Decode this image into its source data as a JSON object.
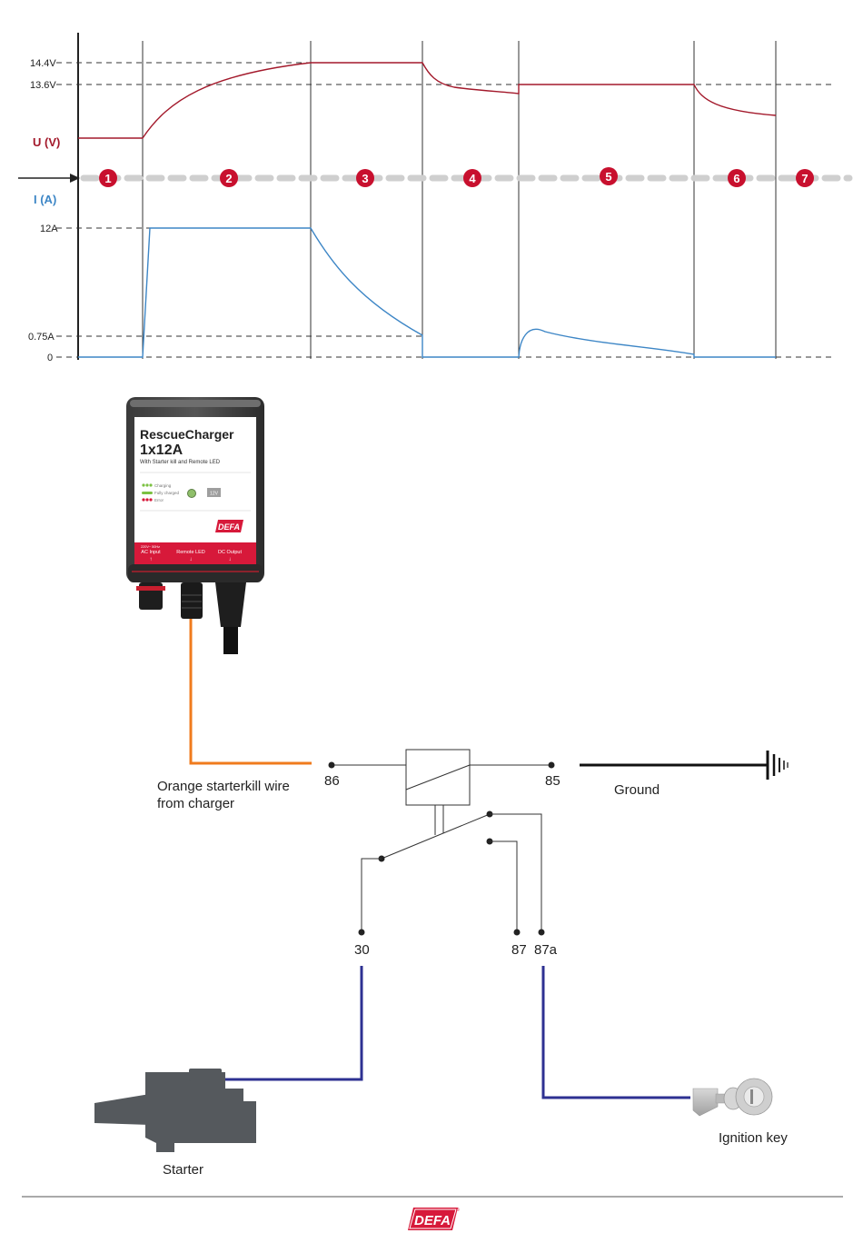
{
  "colors": {
    "voltage": "#a3192b",
    "current": "#3d86c6",
    "phase_badge": "#c8102e",
    "orange_wire": "#f07b1d",
    "blue_wire": "#2e3192",
    "defa_red": "#d7193a"
  },
  "chart": {
    "y_ticks": [
      "14.4V",
      "13.6V",
      "12A",
      "0.75A",
      "0"
    ],
    "voltage_label": "U (V)",
    "current_label": "I (A)",
    "phases": [
      "1",
      "2",
      "3",
      "4",
      "5",
      "6",
      "7"
    ]
  },
  "charger": {
    "title_line1": "RescueCharger",
    "title_line2": "1x12A",
    "subtitle": "With Starter kill and Remote LED",
    "status_1": "Charging",
    "status_2": "Fully charged",
    "status_3": "Error",
    "voltage_box": "12V",
    "brand": "DEFA",
    "port_ac": "AC Input",
    "port_ac_sub": "220V~ 50Hz",
    "port_led": "Remote LED",
    "port_dc": "DC Output"
  },
  "wiring": {
    "orange_label_line1": "Orange starterkill wire",
    "orange_label_line2": "from charger",
    "pin_86": "86",
    "pin_85": "85",
    "pin_30": "30",
    "pin_87": "87",
    "pin_87a": "87a",
    "ground_label": "Ground",
    "starter_label": "Starter",
    "ignition_label": "Ignition key"
  },
  "footer": {
    "brand": "DEFA"
  },
  "chart_data": {
    "type": "line",
    "title": "",
    "x_phases": [
      "1",
      "2",
      "3",
      "4",
      "5",
      "6",
      "7"
    ],
    "ylabel_voltage": "U (V)",
    "ylabel_current": "I (A)",
    "voltage_ticks": [
      "14.4V",
      "13.6V"
    ],
    "current_ticks": [
      "12A",
      "0.75A",
      "0"
    ],
    "series": [
      {
        "name": "U (V)",
        "unit": "V",
        "points": [
          [
            1,
            12.4
          ],
          [
            2,
            12.4
          ],
          [
            2.3,
            13.7
          ],
          [
            3,
            14.2
          ],
          [
            3.5,
            14.4
          ],
          [
            4,
            14.4
          ],
          [
            4.2,
            13.8
          ],
          [
            5,
            13.3
          ],
          [
            5,
            13.6
          ],
          [
            6,
            13.6
          ],
          [
            6.3,
            13.1
          ],
          [
            7,
            12.9
          ]
        ]
      },
      {
        "name": "I (A)",
        "unit": "A",
        "points": [
          [
            1,
            0
          ],
          [
            2,
            0
          ],
          [
            2.05,
            12
          ],
          [
            3,
            12
          ],
          [
            3.5,
            6
          ],
          [
            4,
            0.75
          ],
          [
            4,
            0
          ],
          [
            5,
            0
          ],
          [
            5.1,
            2.5
          ],
          [
            6,
            0.3
          ],
          [
            6,
            0
          ],
          [
            7,
            0
          ]
        ]
      }
    ],
    "grid": true
  }
}
